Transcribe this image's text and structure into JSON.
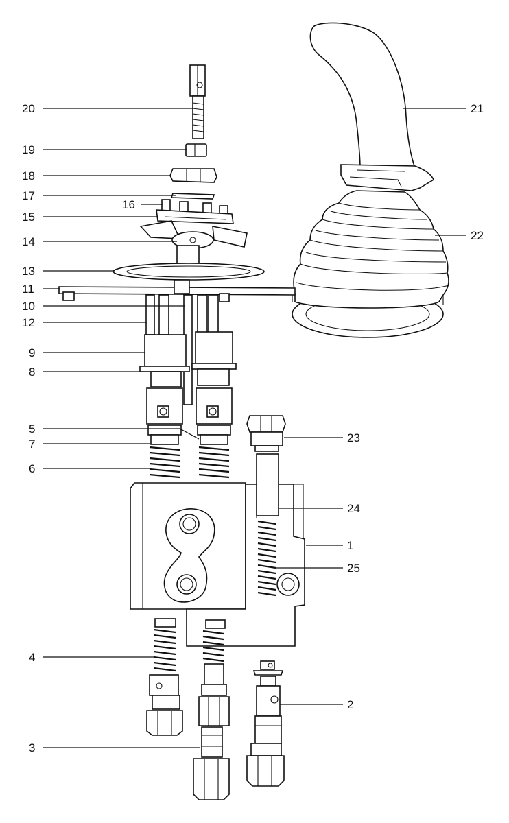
{
  "diagram": {
    "part_labels": {
      "p1": "1",
      "p2": "2",
      "p3": "3",
      "p4": "4",
      "p5": "5",
      "p6": "6",
      "p7": "7",
      "p8": "8",
      "p9": "9",
      "p10": "10",
      "p11": "11",
      "p12": "12",
      "p13": "13",
      "p14": "14",
      "p15": "15",
      "p16": "16",
      "p17": "17",
      "p18": "18",
      "p19": "19",
      "p20": "20",
      "p21": "21",
      "p22": "22",
      "p23": "23",
      "p24": "24",
      "p25": "25"
    }
  }
}
